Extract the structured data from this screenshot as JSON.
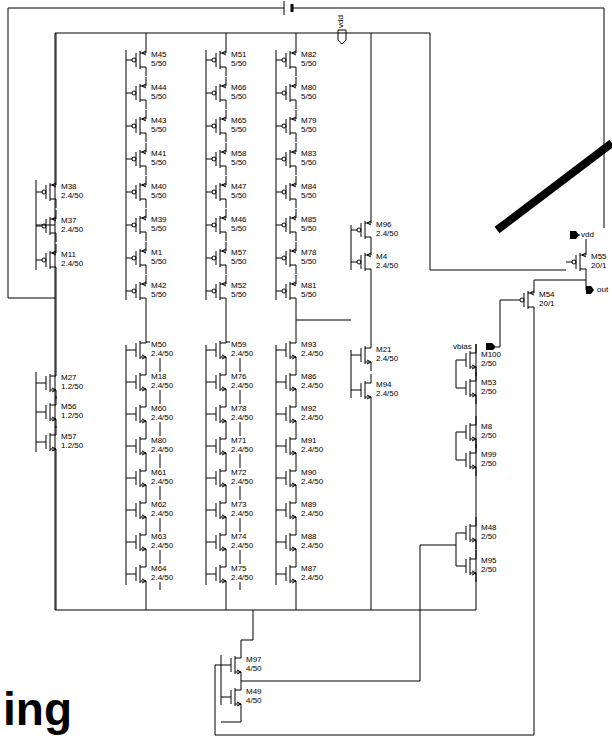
{
  "diagram": {
    "labels": [
      "M38",
      "2.4/50",
      "M37",
      "2.4/50",
      "M11",
      "2.4/50",
      "M27",
      "1.2/50",
      "M56",
      "1.2/50",
      "M57",
      "1.2/50",
      "M45",
      "5/50",
      "M44",
      "5/50",
      "M43",
      "5/50",
      "M41",
      "5/50",
      "M40",
      "5/50",
      "M39",
      "5/50",
      "M1",
      "5/50",
      "M42",
      "5/50",
      "M50",
      "2.4/50",
      "M18",
      "2.4/50",
      "M60",
      "2.4/50",
      "M80",
      "2.4/50",
      "M61",
      "2.4/50",
      "M62",
      "2.4/50",
      "M63",
      "2.4/50",
      "M64",
      "2.4/50",
      "M51",
      "5/50",
      "M66",
      "5/50",
      "M65",
      "5/50",
      "M58",
      "5/50",
      "M47",
      "5/50",
      "M46",
      "5/50",
      "M57",
      "5/50",
      "M52",
      "5/50",
      "M59",
      "2.4/50",
      "M76",
      "2.4/50",
      "M78",
      "2.4/50",
      "M71",
      "2.4/50",
      "M72",
      "2.4/50",
      "M73",
      "2.4/50",
      "M74",
      "2.4/50",
      "M75",
      "2.4/50",
      "M82",
      "5/50",
      "M80",
      "5/50",
      "M79",
      "5/50",
      "M83",
      "5/50",
      "M84",
      "5/50",
      "M85",
      "5/50",
      "M78",
      "5/50",
      "M81",
      "5/50",
      "M93",
      "2.4/50",
      "M86",
      "2.4/50",
      "M92",
      "2.4/50",
      "M91",
      "2.4/50",
      "M90",
      "2.4/50",
      "M89",
      "2.4/50",
      "M88",
      "2.4/50",
      "M87",
      "2.4/50",
      "M96",
      "2.4/50",
      "M4",
      "2.4/50",
      "M21",
      "2.4/50",
      "M94",
      "2.4/50",
      "M97",
      "4/50",
      "M49",
      "4/50",
      "M55",
      "20/1",
      "M54",
      "20/1",
      "M100",
      "2/50",
      "M53",
      "2/50",
      "M8",
      "2/50",
      "M99",
      "2/50",
      "M48",
      "2/50",
      "M95",
      "2/50",
      "vdd",
      "vdd",
      "out",
      "vbias",
      "ing"
    ]
  }
}
